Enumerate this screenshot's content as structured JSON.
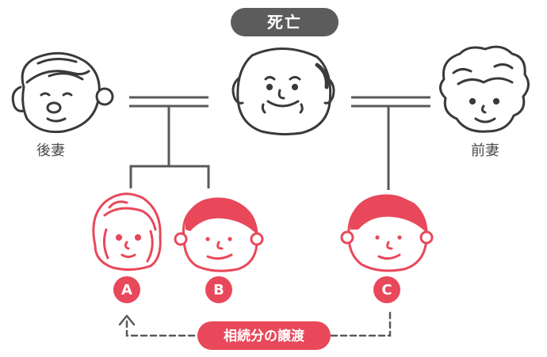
{
  "deceased_label": "死亡",
  "left_spouse_label": "後妻",
  "right_spouse_label": "前妻",
  "heirs": {
    "a": "A",
    "b": "B",
    "c": "C"
  },
  "transfer_label": "相続分の譲渡",
  "colors": {
    "line": "#595959",
    "red": "#e8485a",
    "dark": "#5c5c5c"
  }
}
